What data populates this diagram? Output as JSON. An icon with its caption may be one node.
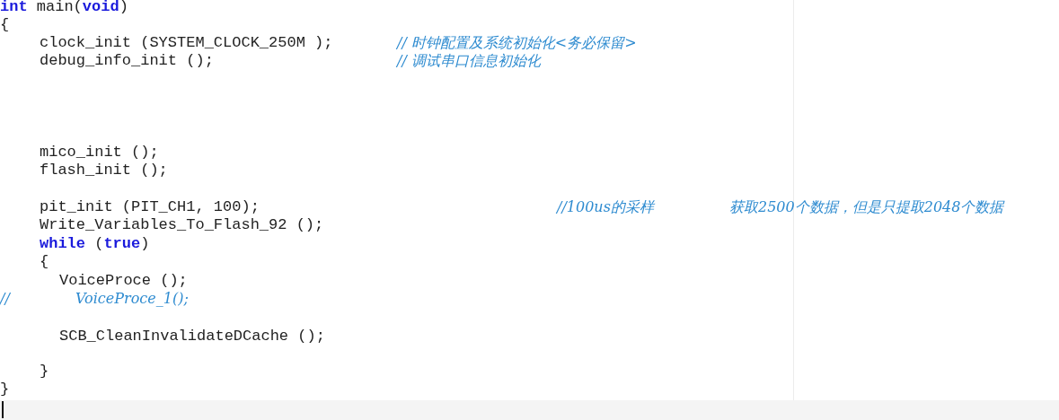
{
  "diagram": {
    "labels": [
      "**int** main(**void**)",
      "{",
      "clock_init (SYSTEM_CLOCK_250M );",
      "// 时钟配置及系统初始化<务必保留>",
      "debug_info_init ();",
      "// 调试串口信息初始化",
      "mico_init ();",
      "flash_init ();",
      "pit_init (PIT_CH1, 100);",
      "//100us的采样",
      "获取2500个数据，但是只提取2048个数据",
      "Write_Variables_To_Flash_92 ();",
      "**while** (**true**)",
      "{",
      "VoiceProce ();",
      "//",
      "VoiceProce_1();",
      "SCB_CleanInvalidateDCache ();",
      "}",
      "}"
    ]
  }
}
